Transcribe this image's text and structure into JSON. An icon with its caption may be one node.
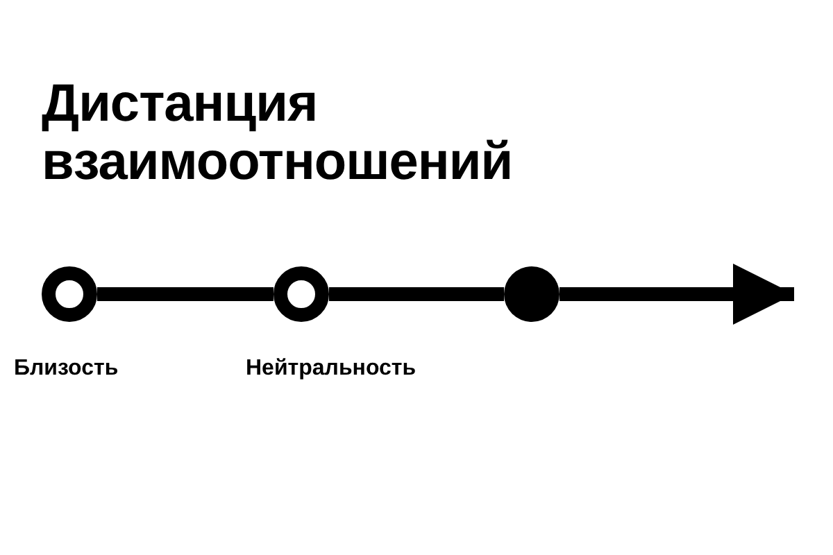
{
  "diagram": {
    "title": "Дистанция взаимоотношений",
    "nodes": [
      {
        "text": [],
        "shape": "circle",
        "beside": [
          "Близость"
        ]
      },
      {
        "text": [],
        "shape": "circle",
        "beside": [
          "Нейтральность"
        ]
      },
      {
        "text": [],
        "shape": "circle"
      }
    ],
    "edges": [
      {
        "from": 0,
        "to": 1,
        "arrow": "none"
      },
      {
        "from": 1,
        "to": 2,
        "arrow": "none"
      },
      {
        "from": 2,
        "to": null,
        "arrow": "to"
      }
    ]
  }
}
